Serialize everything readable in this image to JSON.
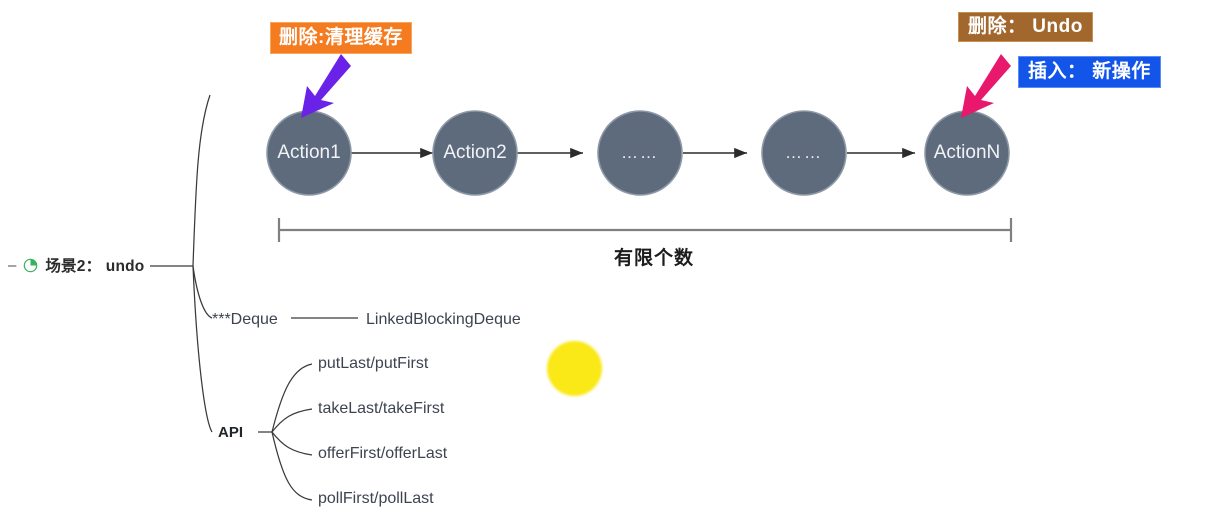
{
  "mindmap": {
    "root": {
      "dash": "–",
      "icon": "pie-progress-icon",
      "label": "场景2： undo"
    },
    "branches": [
      {
        "label": "***Deque",
        "child": "LinkedBlockingDeque"
      },
      {
        "label": "API"
      }
    ],
    "api_methods": [
      "putLast/putFirst",
      "takeLast/takeFirst",
      "offerFirst/offerLast",
      "pollFirst/pollLast"
    ]
  },
  "diagram": {
    "nodes": [
      {
        "label": "Action1"
      },
      {
        "label": "Action2"
      },
      {
        "label": "……"
      },
      {
        "label": "……"
      },
      {
        "label": "ActionN"
      }
    ],
    "bracket_caption": "有限个数",
    "callouts": [
      {
        "name": "delete-cache",
        "text": "删除:清理缓存",
        "color": "#f47b20"
      },
      {
        "name": "delete-undo",
        "text": "删除： Undo",
        "color": "#a2672c"
      },
      {
        "name": "insert-new",
        "text": "插入： 新操作",
        "color": "#1355e9"
      }
    ],
    "arrows": [
      {
        "name": "purple-pointer-arrow",
        "color": "#6a21e8"
      },
      {
        "name": "pink-pointer-arrow",
        "color": "#e8186d"
      }
    ],
    "node_fill": "#5d6b7c",
    "node_stroke": "#8e99a6"
  },
  "cursor": {
    "name": "cursor-highlight",
    "color": "#fbe817"
  }
}
